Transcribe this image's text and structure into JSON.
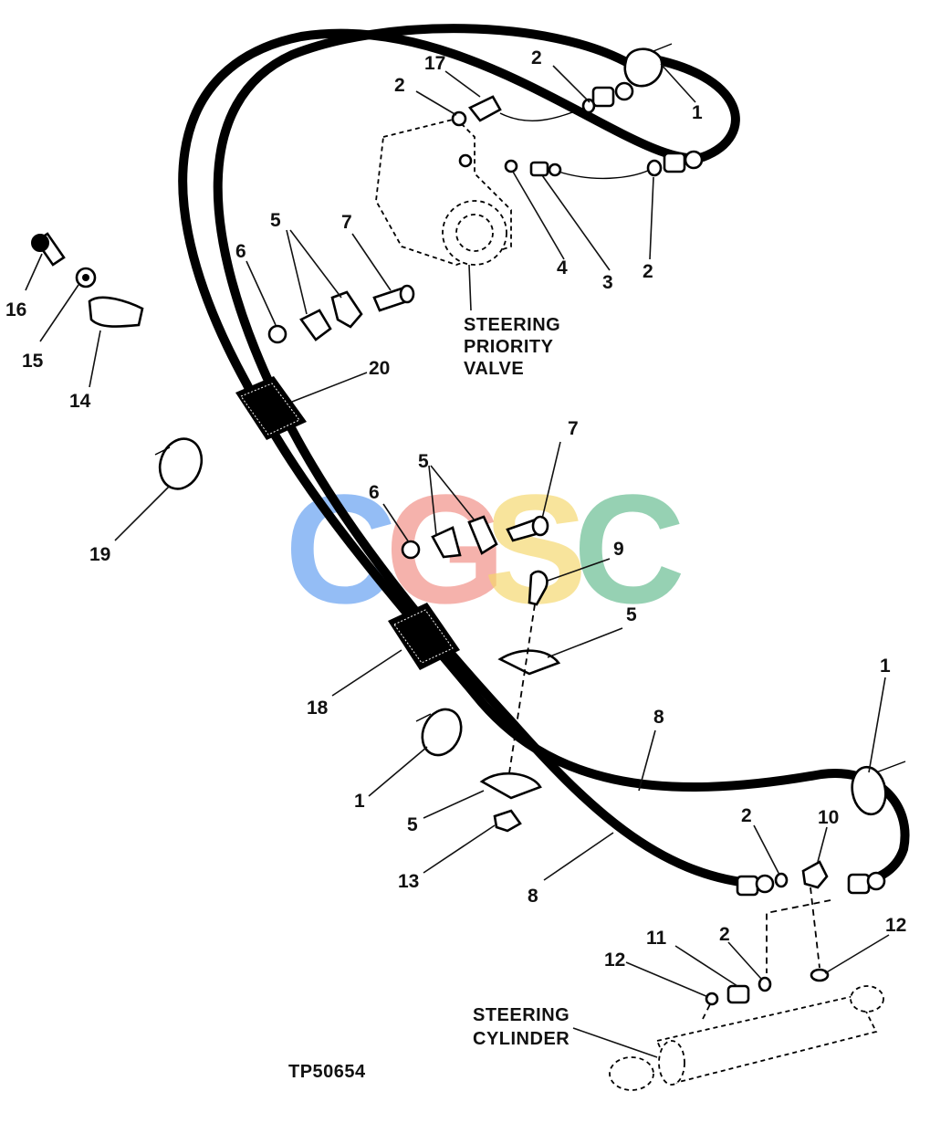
{
  "diagram": {
    "figure_code": "TP50654",
    "watermark": {
      "letters": [
        {
          "char": "C",
          "color": "#5b9bf0"
        },
        {
          "char": "G",
          "color": "#f08a80"
        },
        {
          "char": "S",
          "color": "#f5d768"
        },
        {
          "char": "C",
          "color": "#5fb98c"
        }
      ]
    },
    "captions": {
      "steering_priority_valve": [
        "STEERING",
        "PRIORITY",
        "VALVE"
      ],
      "steering_cylinder": [
        "STEERING",
        "CYLINDER"
      ]
    },
    "callouts": [
      "17",
      "2",
      "2",
      "1",
      "4",
      "3",
      "2",
      "5",
      "7",
      "6",
      "16",
      "15",
      "14",
      "20",
      "19",
      "7",
      "5",
      "6",
      "9",
      "5",
      "18",
      "8",
      "1",
      "1",
      "5",
      "13",
      "8",
      "2",
      "10",
      "11",
      "2",
      "12",
      "12"
    ]
  }
}
